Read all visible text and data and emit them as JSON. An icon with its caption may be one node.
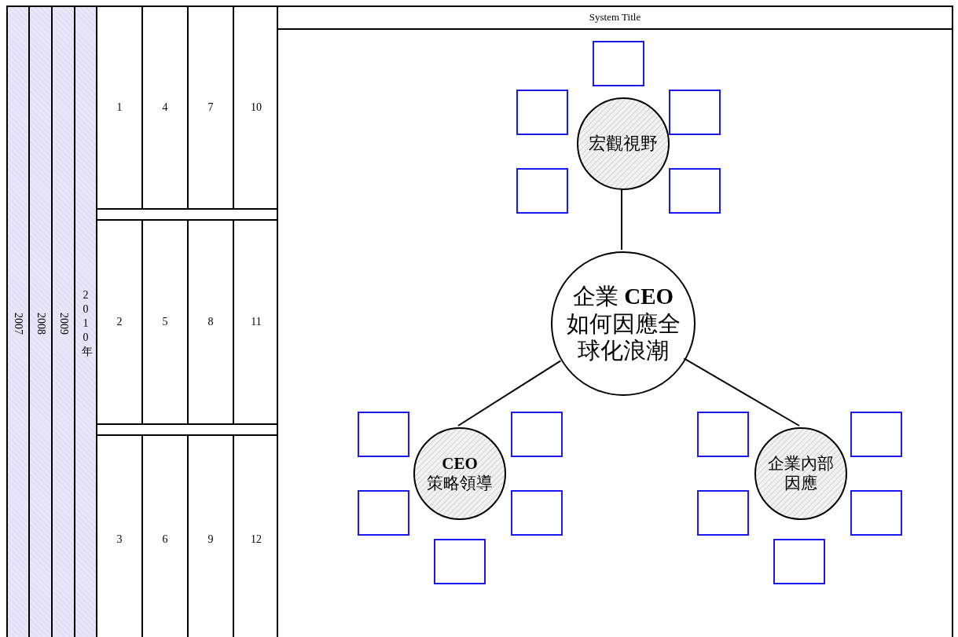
{
  "diagram": {
    "nodes": [
      {
        "text": [
          "2007"
        ]
      },
      {
        "text": [
          "2008"
        ]
      },
      {
        "text": [
          "2009"
        ]
      },
      {
        "text": [
          "2010年"
        ]
      },
      {
        "text": [
          "1"
        ]
      },
      {
        "text": [
          "4"
        ]
      },
      {
        "text": [
          "7"
        ]
      },
      {
        "text": [
          "10"
        ]
      },
      {
        "text": [
          "2"
        ]
      },
      {
        "text": [
          "5"
        ]
      },
      {
        "text": [
          "8"
        ]
      },
      {
        "text": [
          "11"
        ]
      },
      {
        "text": [
          "3"
        ]
      },
      {
        "text": [
          "6"
        ]
      },
      {
        "text": [
          "9"
        ]
      },
      {
        "text": [
          "12"
        ]
      },
      {
        "text": [
          "System Title"
        ]
      },
      {
        "text": [],
        "shape": "box",
        "in": 16
      },
      {
        "text": [],
        "shape": "box",
        "in": 16
      },
      {
        "text": [],
        "shape": "box",
        "in": 16
      },
      {
        "text": [],
        "shape": "box",
        "in": 16
      },
      {
        "text": [],
        "shape": "box",
        "in": 16
      },
      {
        "text": [
          "宏觀視野"
        ],
        "in": 16
      },
      {
        "text": [
          "企業 **CEO** 如何因應全球化浪潮"
        ],
        "in": 16
      },
      {
        "text": [],
        "shape": "box",
        "in": 16
      },
      {
        "text": [],
        "shape": "box",
        "in": 16
      },
      {
        "text": [],
        "shape": "box",
        "in": 16
      },
      {
        "text": [],
        "shape": "box",
        "in": 16
      },
      {
        "text": [],
        "shape": "box",
        "in": 16
      },
      {
        "text": [
          "**CEO** 策略領導"
        ],
        "in": 16
      },
      {
        "text": [],
        "shape": "box",
        "in": 16
      },
      {
        "text": [],
        "shape": "box",
        "in": 16
      },
      {
        "text": [],
        "shape": "box",
        "in": 16
      },
      {
        "text": [],
        "shape": "box",
        "in": 16
      },
      {
        "text": [],
        "shape": "box",
        "in": 16
      },
      {
        "text": [
          "企業內部因應"
        ],
        "in": 16
      }
    ],
    "edges": [
      {
        "from": 22,
        "to": 23,
        "arrow": "none"
      },
      {
        "from": 23,
        "to": 29,
        "arrow": "none"
      },
      {
        "from": 23,
        "to": 35,
        "arrow": "none"
      }
    ]
  }
}
